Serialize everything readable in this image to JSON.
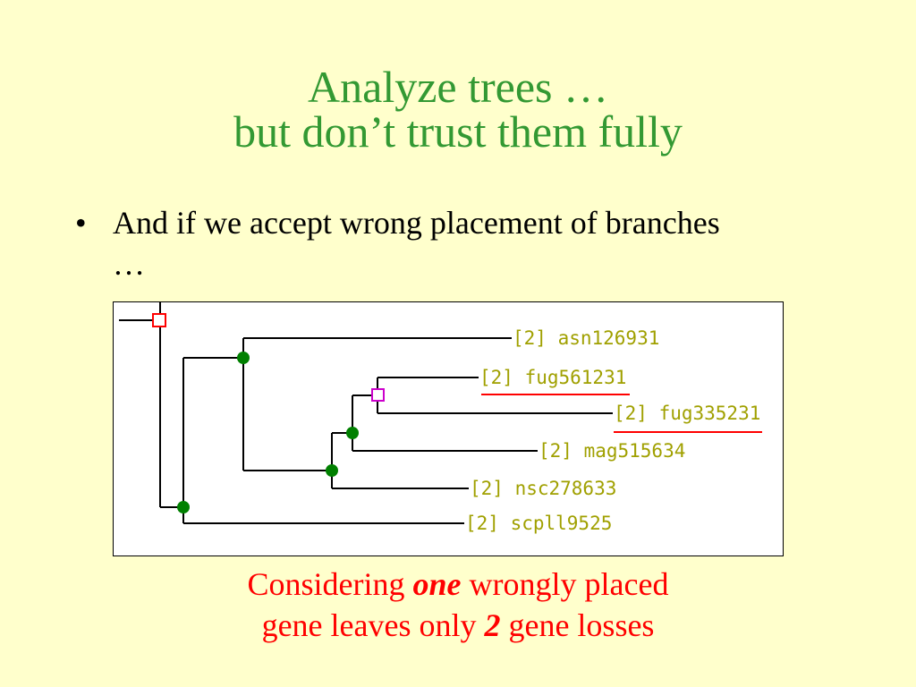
{
  "slide": {
    "title_line1": "Analyze trees …",
    "title_line2": "but don’t trust them fully",
    "bullet_symbol": "•",
    "bullet_text": "And if we accept wrong placement of branches …"
  },
  "tree": {
    "leaves": [
      {
        "label": "[2] asn126931",
        "underline": false
      },
      {
        "label": "[2] fug561231",
        "underline": true
      },
      {
        "label": "[2] fug335231",
        "underline": true
      },
      {
        "label": "[2] mag515634",
        "underline": false
      },
      {
        "label": "[2] nsc278633",
        "underline": false
      },
      {
        "label": "[2] scpll9525",
        "underline": false
      }
    ],
    "colors": {
      "speciation_node": "#008000",
      "duplication_node_root": "#ff0000",
      "duplication_node_inner": "#cc00cc",
      "label": "#a0a000",
      "underline": "#ff0000",
      "branch": "#000000"
    }
  },
  "caption": {
    "line1_pre": "Considering ",
    "line1_em": "one",
    "line1_post": " wrongly placed",
    "line2_pre": "gene leaves only ",
    "line2_em": "2",
    "line2_post": " gene losses"
  }
}
